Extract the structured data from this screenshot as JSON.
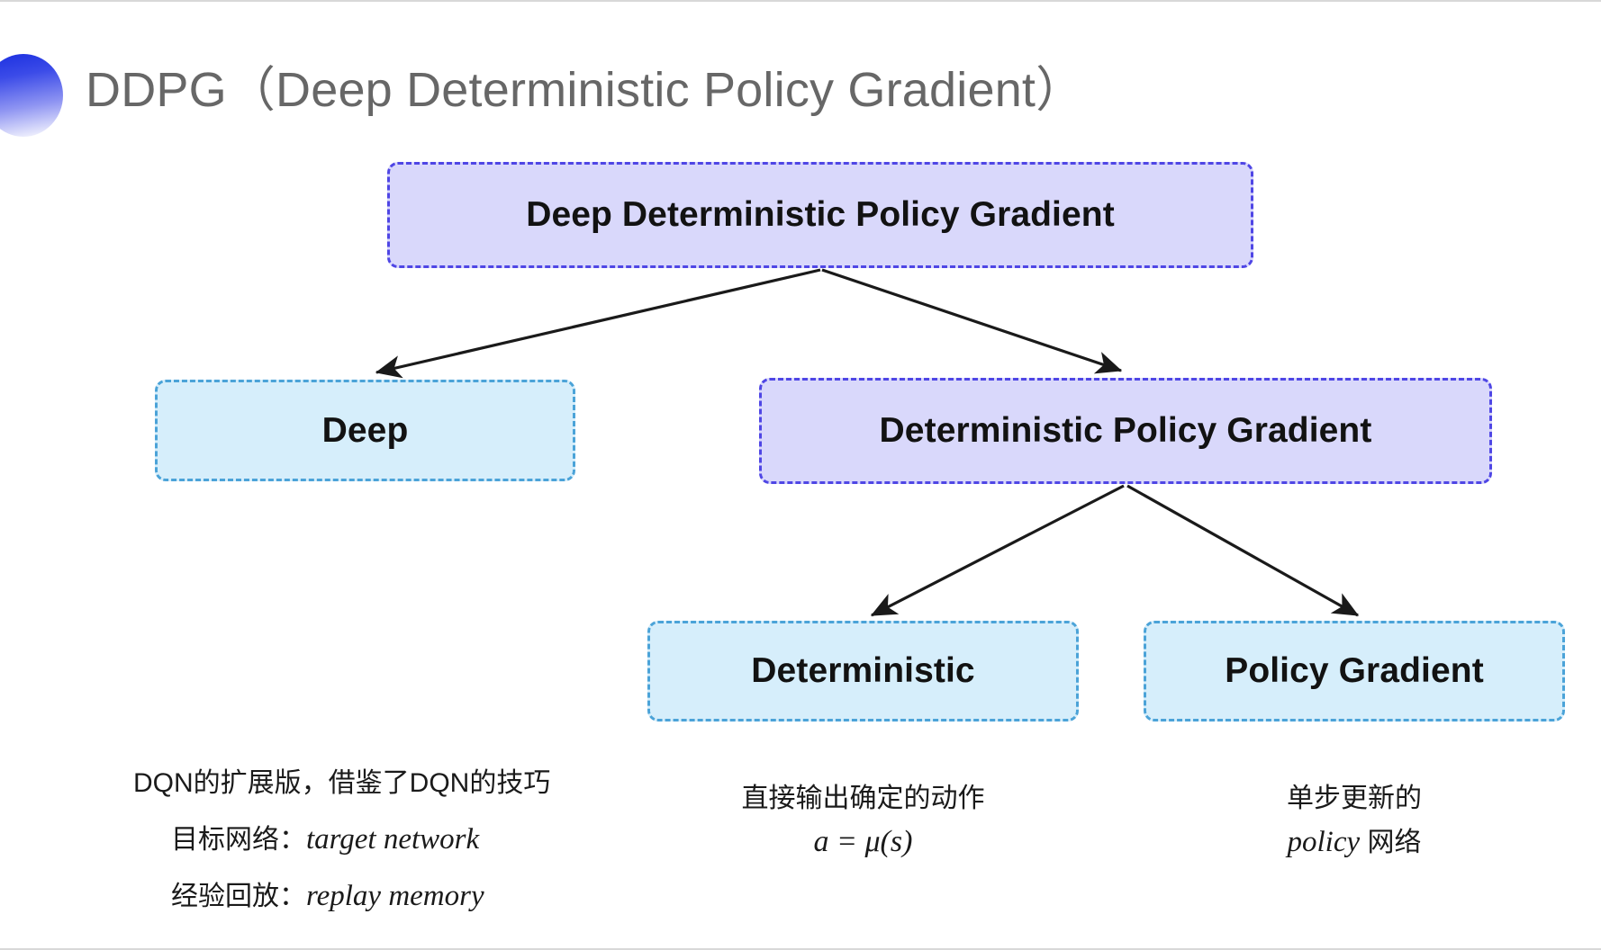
{
  "slide": {
    "title": "DDPG（Deep Deterministic Policy Gradient）",
    "accent_gradient_start": "#1a2fe0",
    "accent_gradient_end": "#ffffff",
    "title_color": "#676767",
    "background": "#ffffff"
  },
  "diagram": {
    "type": "tree",
    "nodes": {
      "root": {
        "label": "Deep Deterministic Policy Gradient",
        "fill": "#d9d8fb",
        "border": "#4f46e5",
        "border_style": "dashed"
      },
      "deep": {
        "label": "Deep",
        "fill": "#d6eefb",
        "border": "#4ba3d8",
        "border_style": "dashed"
      },
      "dpg": {
        "label": "Deterministic Policy Gradient",
        "fill": "#d9d8fb",
        "border": "#4f46e5",
        "border_style": "dashed"
      },
      "deterministic": {
        "label": "Deterministic",
        "fill": "#d6eefb",
        "border": "#4ba3d8",
        "border_style": "dashed"
      },
      "policy_gradient": {
        "label": "Policy Gradient",
        "fill": "#d6eefb",
        "border": "#4ba3d8",
        "border_style": "dashed"
      }
    },
    "edges": [
      {
        "from": "root",
        "to": "deep"
      },
      {
        "from": "root",
        "to": "dpg"
      },
      {
        "from": "dpg",
        "to": "deterministic"
      },
      {
        "from": "dpg",
        "to": "policy_gradient"
      }
    ],
    "edge_color": "#1a1a1a"
  },
  "annotations": {
    "deep": {
      "line1": "DQN的扩展版，借鉴了DQN的技巧",
      "line2_label": "目标网络：",
      "line2_term": "target network",
      "line3_label": "经验回放：",
      "line3_term": "replay memory"
    },
    "deterministic": {
      "line1": "直接输出确定的动作",
      "line2_formula": "a = μ(s)"
    },
    "policy_gradient": {
      "line1": "单步更新的",
      "line2_term": "policy",
      "line2_suffix": " 网络"
    }
  }
}
